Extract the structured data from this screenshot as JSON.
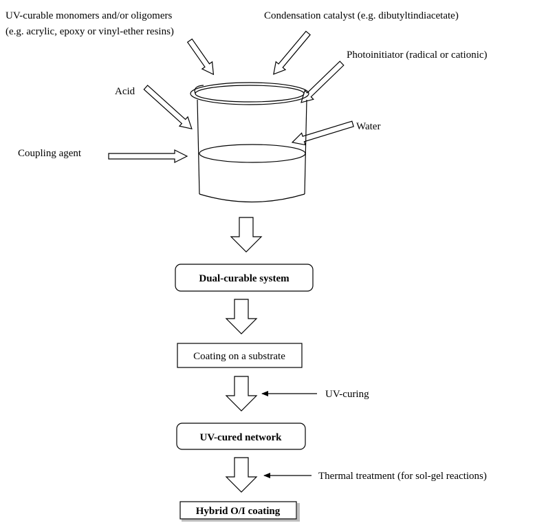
{
  "ingredients": {
    "monomers_line1": "UV-curable monomers and/or oligomers",
    "monomers_line2": "(e.g. acrylic, epoxy or vinyl-ether resins)",
    "catalyst": "Condensation catalyst (e.g. dibutyltindiacetate)",
    "photoinitiator": "Photoinitiator (radical or cationic)",
    "acid": "Acid",
    "water": "Water",
    "coupling_agent": "Coupling agent"
  },
  "steps": {
    "dual_curable": "Dual-curable system",
    "coating": "Coating on a substrate",
    "uv_cured": "UV-cured network",
    "hybrid": "Hybrid O/I coating"
  },
  "side_labels": {
    "uv_curing": "UV-curing",
    "thermal": "Thermal treatment (for sol-gel reactions)"
  }
}
